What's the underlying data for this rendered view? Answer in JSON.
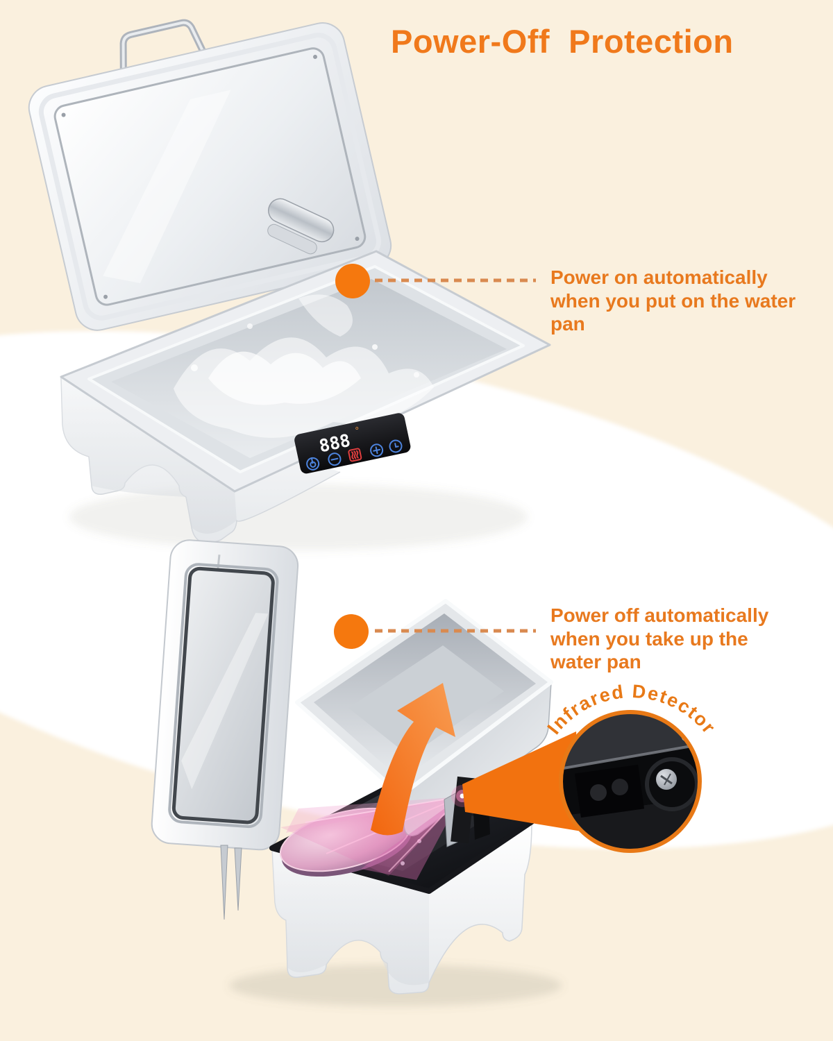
{
  "page": {
    "background_color": "#FAF0DE",
    "spotlight_color": "#FFFFFF"
  },
  "title": {
    "text": "Power-Off  Protection",
    "color": "#F0791B"
  },
  "callouts": [
    {
      "text": "Power on automatically when you put on the water pan"
    },
    {
      "text": "Power off automatically when you take up the water pan"
    }
  ],
  "magnifier": {
    "label": "Infrared Detector",
    "ring_color": "#E87916"
  },
  "control_panel": {
    "display_value": "888",
    "display_unit": "°",
    "buttons": [
      "power-icon",
      "minus-icon",
      "heat-icon",
      "plus-icon",
      "timer-icon"
    ]
  },
  "accents": {
    "dot_color": "#F5780E",
    "dash_color": "#D98A50",
    "arrow_color": "#F2660E",
    "beam_color": "#E878B8"
  }
}
